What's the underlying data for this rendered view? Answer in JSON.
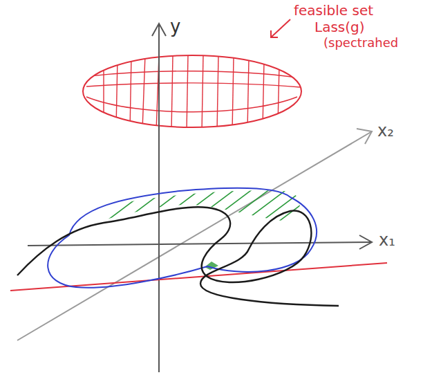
{
  "diagram": {
    "labels": [
      "feasible set",
      "Lass(g)",
      "(spectrahed",
      "y",
      "x₂",
      "x₁"
    ]
  }
}
